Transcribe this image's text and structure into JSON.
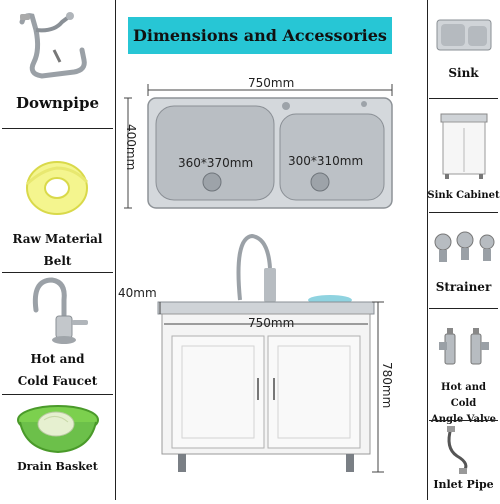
{
  "title": "Dimensions and Accessories",
  "left_items": [
    {
      "label": "Downpipe"
    },
    {
      "label": "Raw Material Belt",
      "lines": [
        "Raw Material",
        "Belt"
      ]
    },
    {
      "label": "Hot and Cold Faucet",
      "lines": [
        "Hot and",
        "Cold Faucet"
      ]
    },
    {
      "label": "Drain Basket"
    }
  ],
  "right_items": [
    {
      "label": "Sink"
    },
    {
      "label": "Sink Cabinet"
    },
    {
      "label": "Strainer"
    },
    {
      "label": "Hot and Cold Angle Valve",
      "lines": [
        "Hot and Cold",
        "Angle Valve"
      ]
    },
    {
      "label": "Inlet Pipe"
    }
  ],
  "dimensions": {
    "sink_width": "750mm",
    "sink_depth": "400mm",
    "left_bowl": "360*370mm",
    "right_bowl": "300*310mm",
    "countertop_thickness": "40mm",
    "cabinet_width": "750mm",
    "cabinet_height": "780mm"
  },
  "colors": {
    "title_bg": "#27c6d5",
    "steel": "#c9cdd1",
    "cabinet": "#f4f4f4",
    "belt": "#f2f28a",
    "basket": "#6cc04a"
  }
}
